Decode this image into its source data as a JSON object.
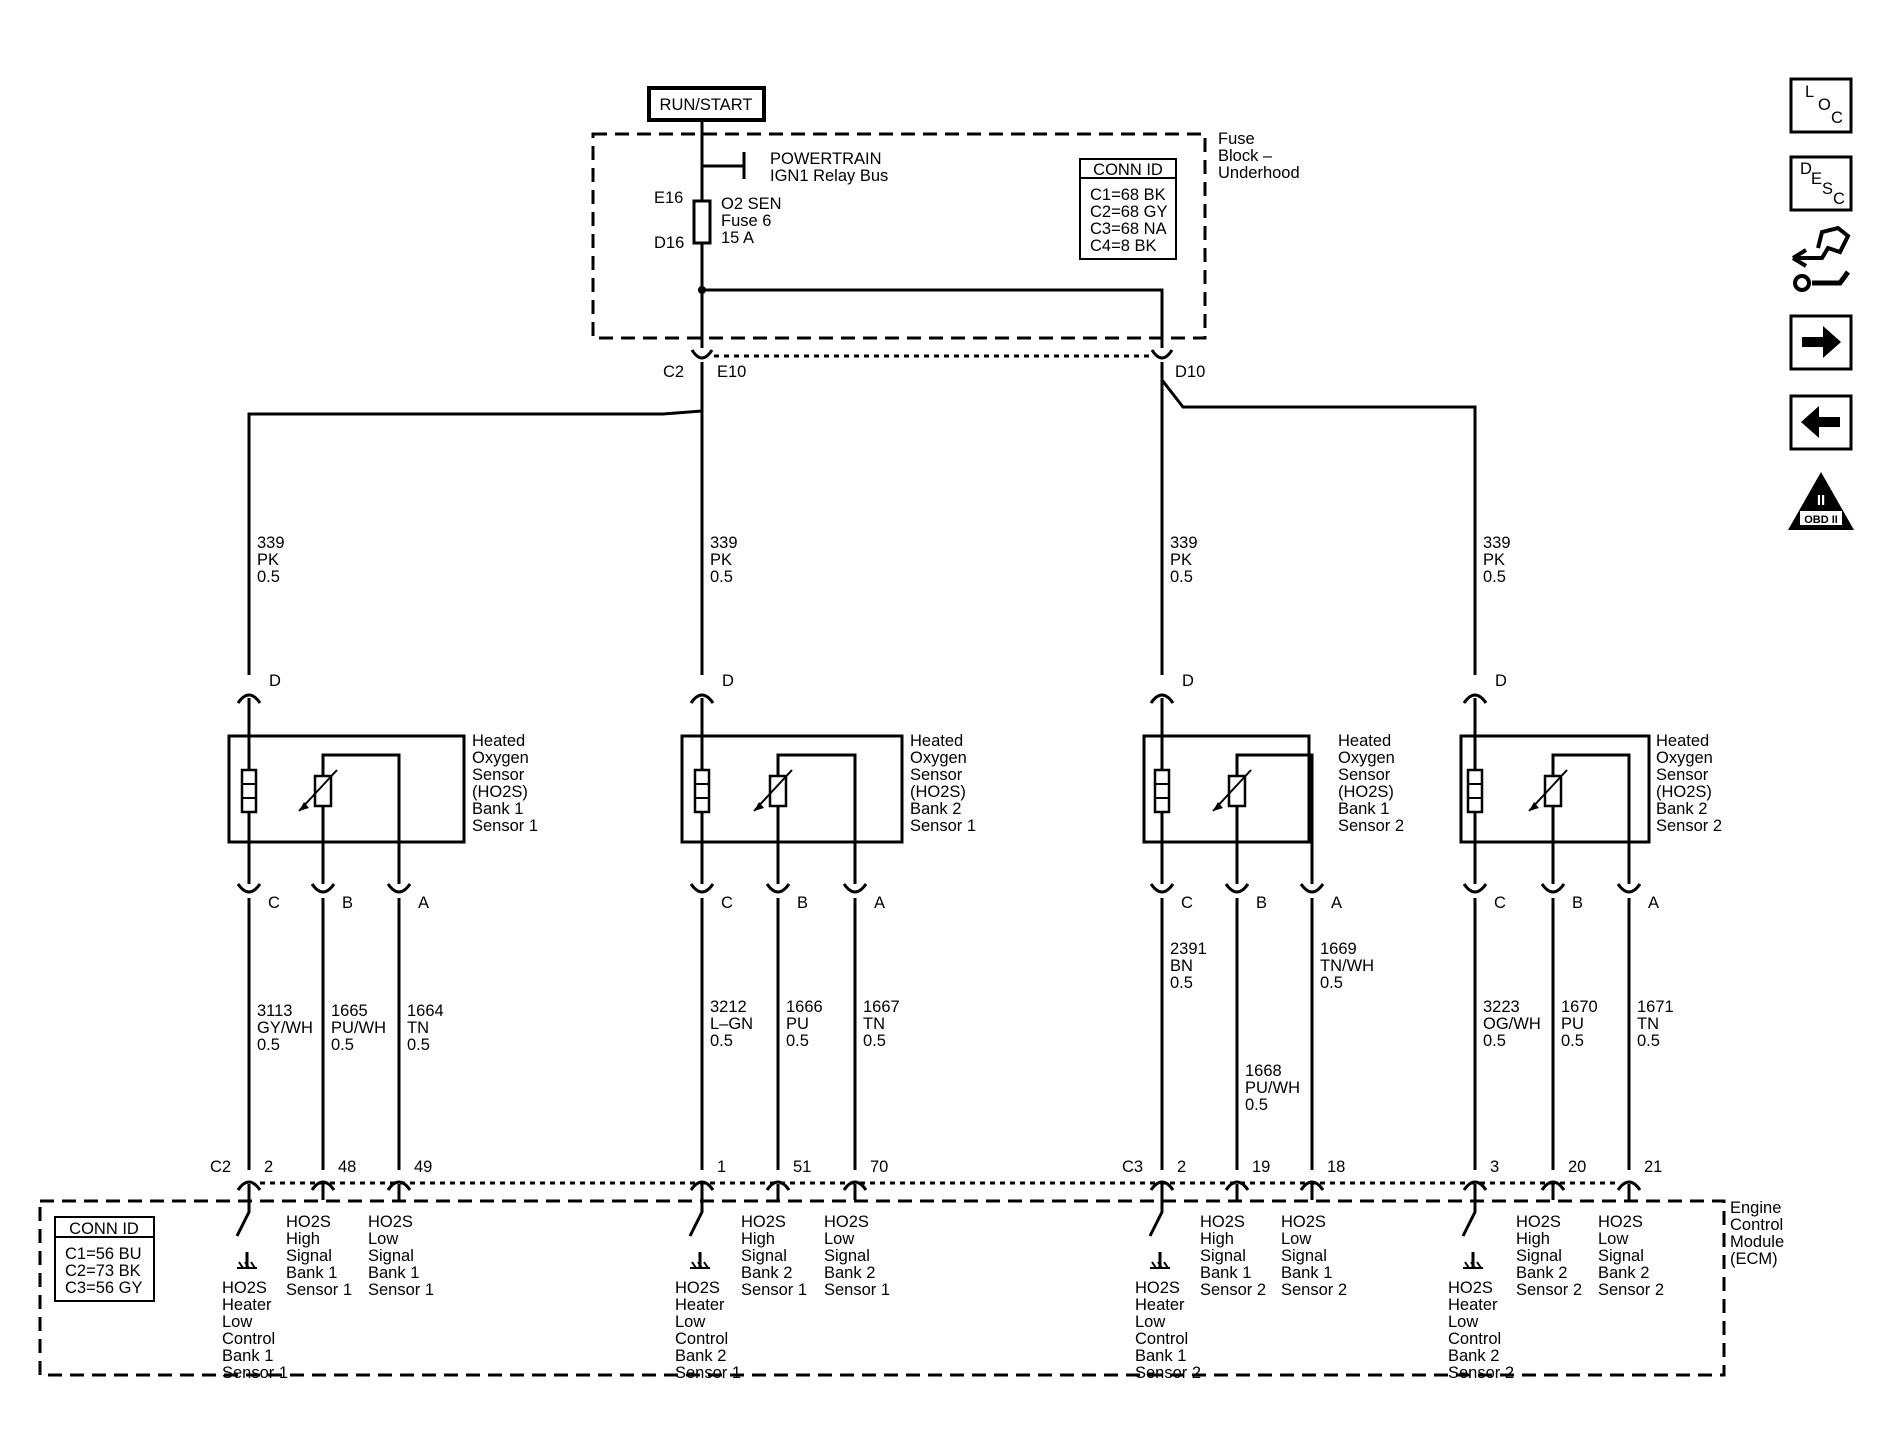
{
  "supply": {
    "label": "RUN/START"
  },
  "fuse_block": {
    "name": [
      "Fuse",
      "Block –",
      "Underhood"
    ],
    "relay_bus": [
      "POWERTRAIN",
      "IGN1 Relay Bus"
    ],
    "fuse": [
      "O2 SEN",
      "Fuse 6",
      "15 A"
    ],
    "pin_top": "E16",
    "pin_bottom": "D16",
    "conn_id": {
      "title": "CONN ID",
      "rows": [
        "C1=68 BK",
        "C2=68 GY",
        "C3=68 NA",
        "C4=8 BK"
      ]
    },
    "out_connector": "C2",
    "out_pin_left": "E10",
    "out_pin_right": "D10"
  },
  "ecm": {
    "name": [
      "Engine",
      "Control",
      "Module",
      "(ECM)"
    ],
    "conn_id": {
      "title": "CONN ID",
      "rows": [
        "C1=56 BU",
        "C2=73 BK",
        "C3=56 GY"
      ]
    },
    "conn_left": "C2",
    "conn_right": "C3"
  },
  "sensors": [
    {
      "name": [
        "Heated",
        "Oxygen",
        "Sensor",
        "(HO2S)",
        "Bank 1",
        "Sensor 1"
      ],
      "supply_wire": [
        "339",
        "PK",
        "0.5"
      ],
      "pin_d": "D",
      "pins": [
        "C",
        "B",
        "A"
      ],
      "wires": [
        [
          "3113",
          "GY/WH",
          "0.5"
        ],
        [
          "1665",
          "PU/WH",
          "0.5"
        ],
        [
          "1664",
          "TN",
          "0.5"
        ]
      ],
      "ecm_pins": [
        "2",
        "48",
        "49"
      ],
      "ecm_labels": [
        [
          "HO2S",
          "Heater",
          "Low",
          "Control",
          "Bank 1",
          "Sensor 1"
        ],
        [
          "HO2S",
          "High",
          "Signal",
          "Bank 1",
          "Sensor 1"
        ],
        [
          "HO2S",
          "Low",
          "Signal",
          "Bank 1",
          "Sensor 1"
        ]
      ]
    },
    {
      "name": [
        "Heated",
        "Oxygen",
        "Sensor",
        "(HO2S)",
        "Bank 2",
        "Sensor 1"
      ],
      "supply_wire": [
        "339",
        "PK",
        "0.5"
      ],
      "pin_d": "D",
      "pins": [
        "C",
        "B",
        "A"
      ],
      "wires": [
        [
          "3212",
          "L–GN",
          "0.5"
        ],
        [
          "1666",
          "PU",
          "0.5"
        ],
        [
          "1667",
          "TN",
          "0.5"
        ]
      ],
      "ecm_pins": [
        "1",
        "51",
        "70"
      ],
      "ecm_labels": [
        [
          "HO2S",
          "Heater",
          "Low",
          "Control",
          "Bank 2",
          "Sensor 1"
        ],
        [
          "HO2S",
          "High",
          "Signal",
          "Bank 2",
          "Sensor 1"
        ],
        [
          "HO2S",
          "Low",
          "Signal",
          "Bank 2",
          "Sensor 1"
        ]
      ]
    },
    {
      "name": [
        "Heated",
        "Oxygen",
        "Sensor",
        "(HO2S)",
        "Bank 1",
        "Sensor 2"
      ],
      "supply_wire": [
        "339",
        "PK",
        "0.5"
      ],
      "pin_d": "D",
      "pins": [
        "C",
        "B",
        "A"
      ],
      "wires": [
        [
          "2391",
          "BN",
          "0.5"
        ],
        [
          "1668",
          "PU/WH",
          "0.5"
        ],
        [
          "1669",
          "TN/WH",
          "0.5"
        ]
      ],
      "ecm_pins": [
        "2",
        "19",
        "18"
      ],
      "ecm_labels": [
        [
          "HO2S",
          "Heater",
          "Low",
          "Control",
          "Bank 1",
          "Sensor 2"
        ],
        [
          "HO2S",
          "High",
          "Signal",
          "Bank 1",
          "Sensor 2"
        ],
        [
          "HO2S",
          "Low",
          "Signal",
          "Bank 1",
          "Sensor 2"
        ]
      ]
    },
    {
      "name": [
        "Heated",
        "Oxygen",
        "Sensor",
        "(HO2S)",
        "Bank 2",
        "Sensor 2"
      ],
      "supply_wire": [
        "339",
        "PK",
        "0.5"
      ],
      "pin_d": "D",
      "pins": [
        "C",
        "B",
        "A"
      ],
      "wires": [
        [
          "3223",
          "OG/WH",
          "0.5"
        ],
        [
          "1670",
          "PU",
          "0.5"
        ],
        [
          "1671",
          "TN",
          "0.5"
        ]
      ],
      "ecm_pins": [
        "3",
        "20",
        "21"
      ],
      "ecm_labels": [
        [
          "HO2S",
          "Heater",
          "Low",
          "Control",
          "Bank 2",
          "Sensor 2"
        ],
        [
          "HO2S",
          "High",
          "Signal",
          "Bank 2",
          "Sensor 2"
        ],
        [
          "HO2S",
          "Low",
          "Signal",
          "Bank 2",
          "Sensor 2"
        ]
      ]
    }
  ],
  "nav": {
    "loc": [
      "L",
      "O",
      "C"
    ],
    "desc": [
      "D",
      "E",
      "S",
      "C"
    ],
    "obd": [
      "II",
      "OBD II"
    ],
    "icons": [
      "location-icon",
      "description-icon",
      "connector-wrench-icon",
      "next-arrow-icon",
      "previous-arrow-icon",
      "obd-ii-icon"
    ]
  }
}
